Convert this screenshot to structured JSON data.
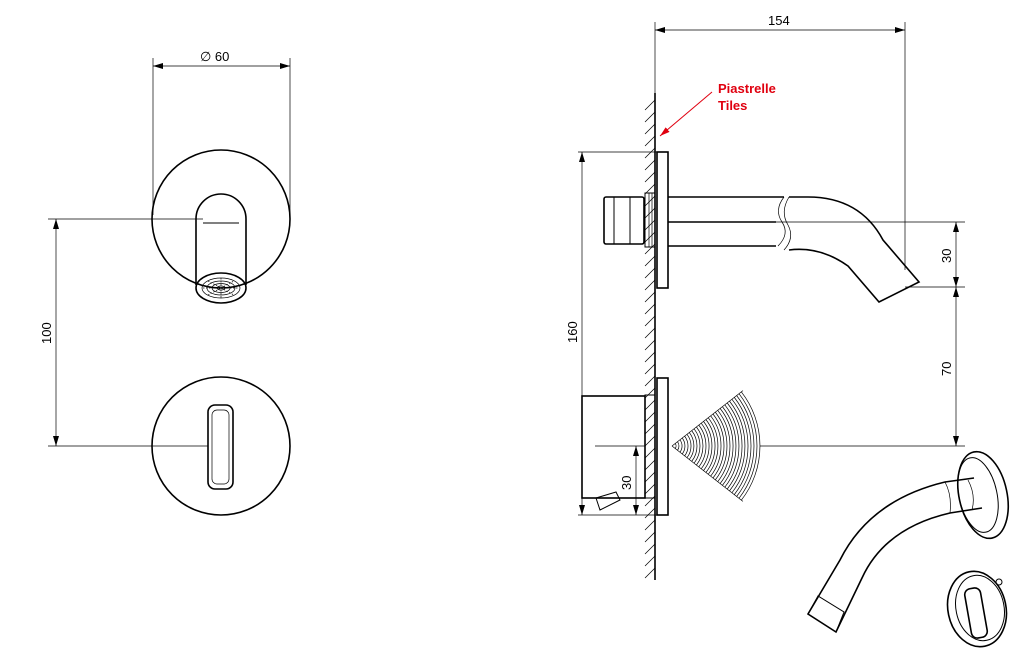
{
  "colors": {
    "line": "#000000",
    "annotation": "#e0000f",
    "background": "#ffffff"
  },
  "front_view": {
    "diameter_label": "∅ 60",
    "vertical_spacing_label": "100"
  },
  "side_view": {
    "projection_label": "154",
    "total_height_label": "160",
    "spout_drop_label": "30",
    "spout_to_handle_label": "70",
    "handle_offset_label": "30",
    "wall_note_line1": "Piastrelle",
    "wall_note_line2": "Tiles"
  }
}
